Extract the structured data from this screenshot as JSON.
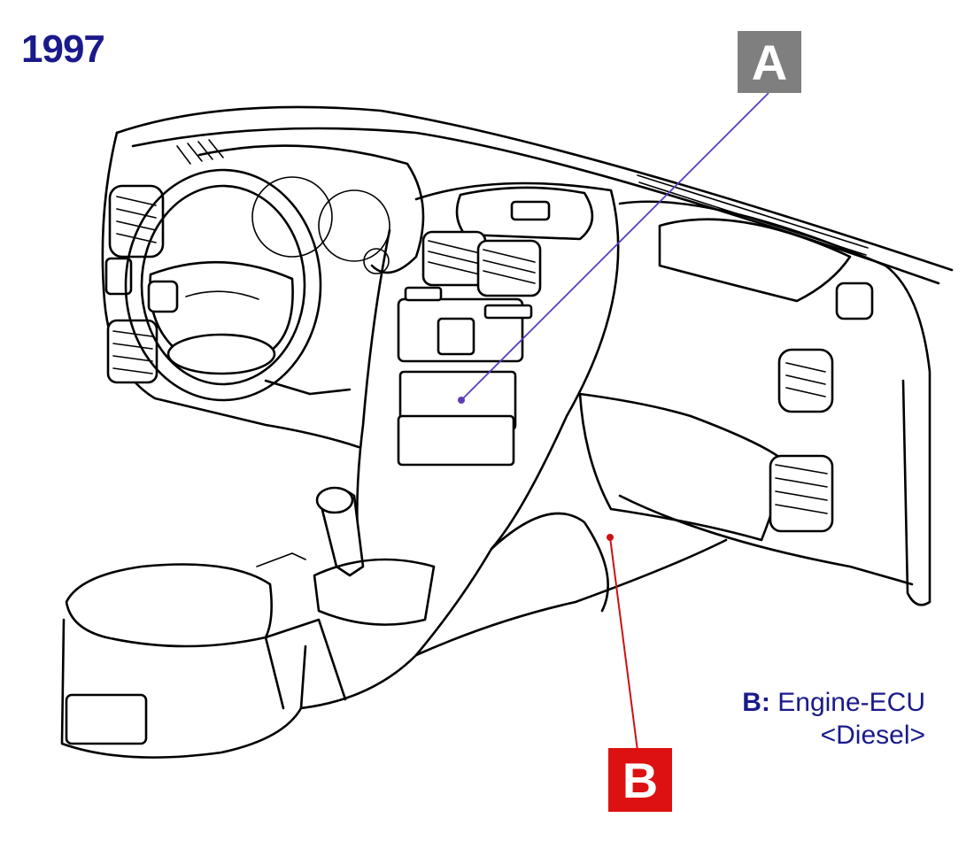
{
  "header": {
    "year": "1997"
  },
  "callouts": {
    "a": {
      "label": "A",
      "color": "#7f7f7f",
      "line_color": "#5b3fb8"
    },
    "b": {
      "label": "B",
      "color": "#dd1111",
      "line_color": "#cc1111"
    }
  },
  "legend": {
    "key": "B:",
    "text": "Engine-ECU",
    "variant": "<Diesel>",
    "color": "#1a1a8c"
  }
}
